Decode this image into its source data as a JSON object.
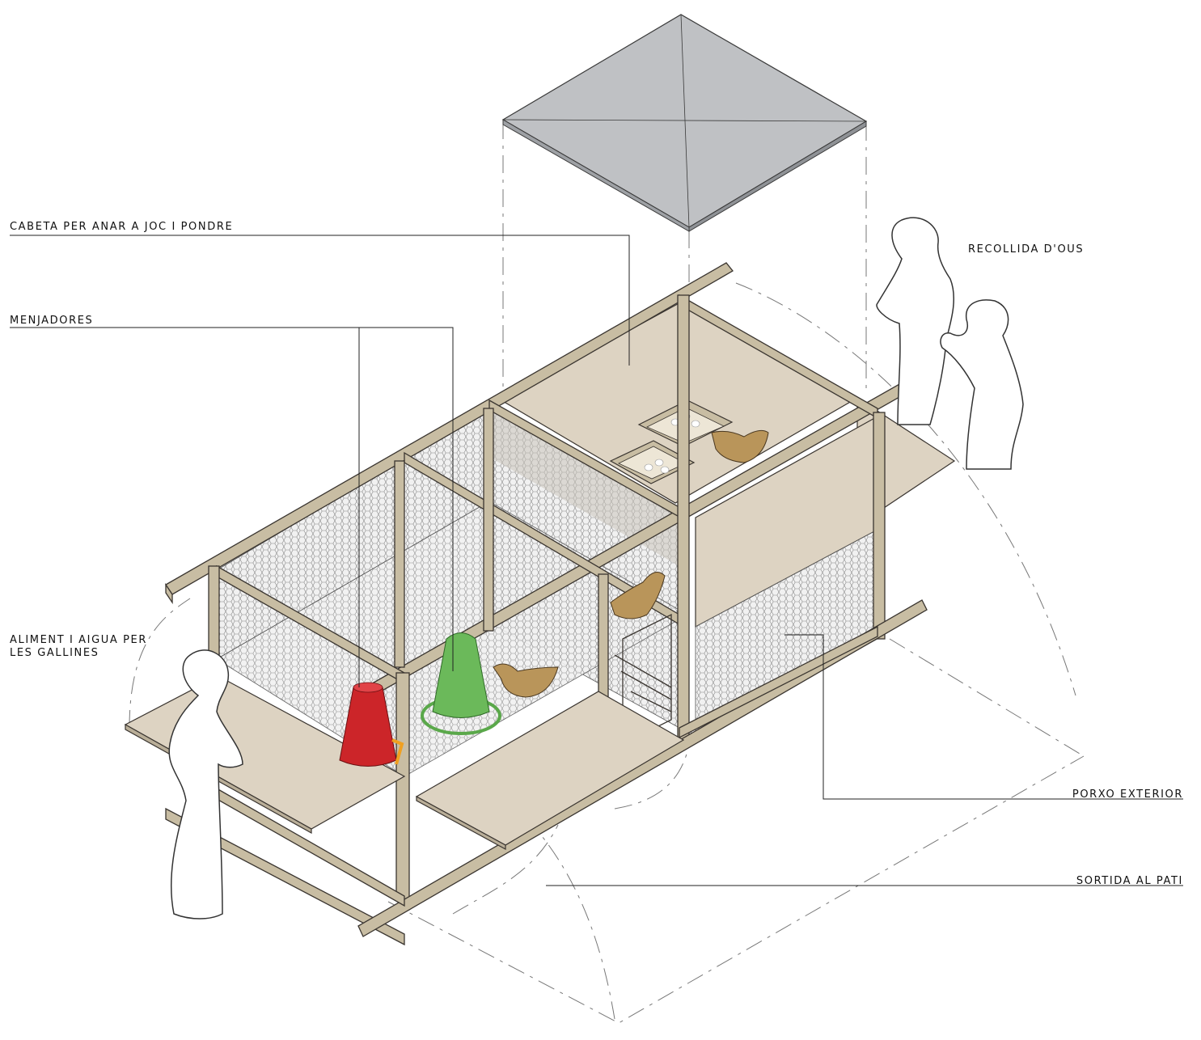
{
  "labels": {
    "cabeta": "CABETA PER ANAR A JOC I PONDRE",
    "menjadores": "MENJADORES",
    "aliment_line1": "ALIMENT I AIGUA PER",
    "aliment_line2": "LES GALLINES",
    "recollida": "RECOLLIDA D'OUS",
    "porxo": "PORXO EXTERIOR",
    "sortida": "SORTIDA AL PATI"
  },
  "colors": {
    "roof": "#bfc1c4",
    "wood": "#c8bda3",
    "wood_stroke": "#3a3530",
    "panel": "#ddd3c2",
    "mesh": "#e9e9e9",
    "feeder_red": "#cc2529",
    "waterer_green": "#5aa84a",
    "chicken": "#b9955a",
    "leader": "#222222"
  }
}
